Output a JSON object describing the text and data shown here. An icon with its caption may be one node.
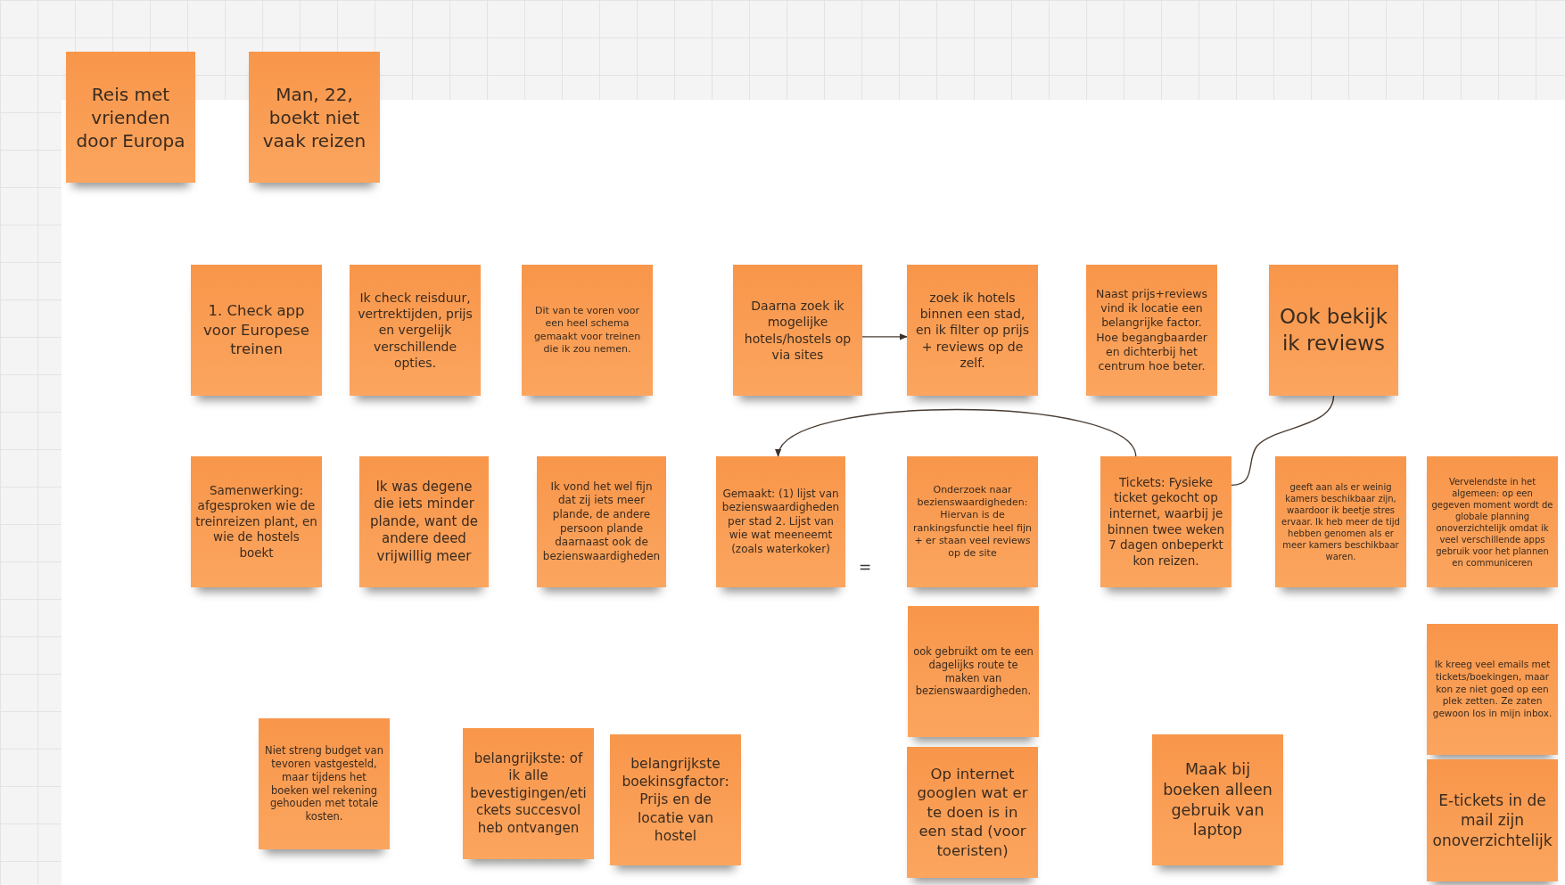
{
  "diagram": {
    "nodes": [
      {
        "text": [
          "Reis met vrienden door Europa"
        ]
      },
      {
        "text": [
          "Man, 22, boekt niet vaak reizen"
        ]
      },
      {
        "text": [
          "1. Check app voor Europese treinen"
        ]
      },
      {
        "text": [
          "Ik check reisduur, vertrektijden, prijs en vergelijk verschillende opties."
        ]
      },
      {
        "text": [
          "Dit van te voren voor een heel schema gemaakt voor treinen die ik zou nemen."
        ]
      },
      {
        "text": [
          "Daarna zoek ik mogelijke hotels/hostels op via sites"
        ]
      },
      {
        "text": [
          "zoek ik hotels binnen een stad, en ik filter op prijs + reviews op de zelf."
        ]
      },
      {
        "text": [
          "Naast prijs+reviews vind ik locatie een belangrijke factor. Hoe begangbaarder en dichterbij het centrum hoe beter."
        ]
      },
      {
        "text": [
          "Ook bekijk ik reviews"
        ]
      },
      {
        "text": [
          "Samenwerking: afgesproken wie de treinreizen plant, en wie de hostels boekt"
        ]
      },
      {
        "text": [
          "Ik was degene die iets minder plande, want de andere deed vrijwillig meer"
        ]
      },
      {
        "text": [
          "Ik vond het wel fijn dat zij iets meer plande, de andere persoon plande daarnaast ook de bezienswaardigheden"
        ]
      },
      {
        "text": [
          "Gemaakt: (1) lijst van bezienswaardigheden per stad 2. Lijst van wie wat meeneemt (zoals waterkoker)"
        ]
      },
      {
        "text": [
          "Onderzoek naar bezienswaardigheden: Hiervan is de rankingsfunctie heel fijn + er staan veel reviews op de site"
        ]
      },
      {
        "text": [
          "Tickets: Fysieke ticket gekocht op internet, waarbij je binnen twee weken 7 dagen onbeperkt kon reizen."
        ]
      },
      {
        "text": [
          "geeft aan als er weinig kamers beschikbaar zijn, waardoor ik beetje stres ervaar. Ik heb meer de tijd hebben genomen als er meer kamers beschikbaar waren."
        ]
      },
      {
        "text": [
          "Vervelendste in het algemeen: op een gegeven moment wordt de globale planning onoverzichtelijk omdat ik veel verschillende apps gebruik voor het plannen en communiceren"
        ]
      },
      {
        "text": [
          "ook gebruikt om te een dagelijks route te maken van bezienswaardigheden."
        ]
      },
      {
        "text": [
          "Ik kreeg veel emails met tickets/boekingen, maar kon ze niet goed op een plek zetten. Ze zaten gewoon los in mijn inbox."
        ]
      },
      {
        "text": [
          "Niet streng budget van tevoren vastgesteld, maar tijdens het boeken wel rekening gehouden met totale kosten."
        ]
      },
      {
        "text": [
          "belangrijkste: of ik alle bevestigingen/etickets succesvol heb ontvangen"
        ]
      },
      {
        "text": [
          "belangrijkste boekinsgfactor: Prijs en de locatie van hostel"
        ]
      },
      {
        "text": [
          "Op internet googlen wat er te doen is in een stad (voor toeristen)"
        ]
      },
      {
        "text": [
          "Maak bij boeken alleen gebruik van laptop"
        ]
      },
      {
        "text": [
          "E-tickets in de mail zijn onoverzichtelijk"
        ]
      }
    ],
    "edges": [
      {
        "from": 5,
        "to": 6,
        "arrow": "to"
      },
      {
        "from": 14,
        "to": 12,
        "arrow": "to"
      },
      {
        "from": 8,
        "to": 14,
        "arrow": "none"
      }
    ],
    "labels": [
      "="
    ]
  }
}
